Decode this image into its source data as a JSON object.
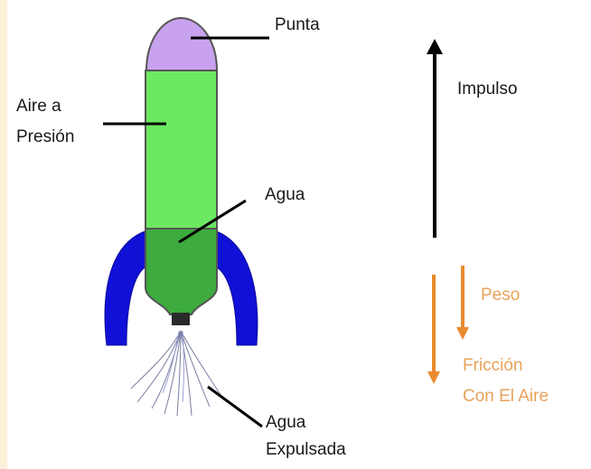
{
  "labels": {
    "tip": "Punta",
    "pressurized_air_line1": "Aire a",
    "pressurized_air_line2": "Presión",
    "water": "Agua",
    "expelled_water_line1": "Agua",
    "expelled_water_line2": "Expulsada",
    "thrust": "Impulso",
    "weight": "Peso",
    "friction_line1": "Fricción",
    "friction_line2": "Con El Aire"
  },
  "colors": {
    "nose": "#c9a2ef",
    "air_body": "#6de861",
    "water_body": "#3dab3d",
    "fins": "#1010d6",
    "thrust_arrow": "#000000",
    "force_arrows": "#e88a2e",
    "force_text": "#e8a25a"
  }
}
